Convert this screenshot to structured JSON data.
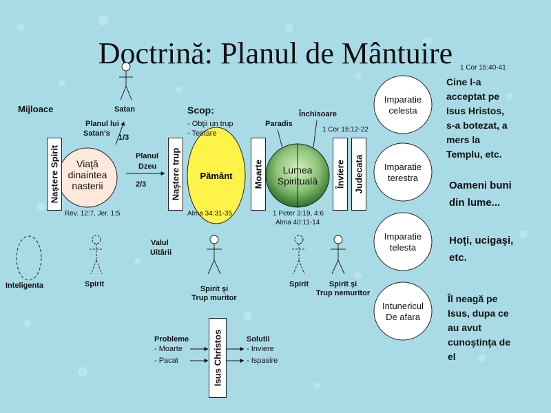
{
  "title": "Doctrină: Planul de Mântuire",
  "ref_top": "1 Cor 15:40-41",
  "mijloace": "Mijloace",
  "satan": "Satan",
  "planul_lui_satan": [
    "Planul lui",
    "Satan's"
  ],
  "fraction_1_3": "1/3",
  "planul_dzeu": [
    "Planul",
    "Dzeu"
  ],
  "fraction_2_3": "2/3",
  "nastere_spirit": "Naştere Spirit",
  "viata": [
    "Viaţă",
    "dinaintea",
    "nasterii"
  ],
  "rev_ref": "Rev. 12:7, Jer. 1:5",
  "nastere_trup": "Naştere trup",
  "scop": "Scop:",
  "scop_items": [
    "- Obţii un trup",
    "- Testare"
  ],
  "pamant": "Pământ",
  "alma_ref": "Alma 34:31-35",
  "moarte": "Moarte",
  "paradis": "Paradis",
  "inchisoare": "Închisoare",
  "lumea": [
    "Lumea",
    "Spirituală"
  ],
  "peter_ref": [
    "1 Peter 3:19, 4:6",
    "Alma 40:11-14"
  ],
  "cor_ref": "1 Cor 15:12-22",
  "inviere": "Înviere",
  "judecata": "Judecata",
  "kingdoms": [
    {
      "name": [
        "Imparatie",
        "celesta"
      ],
      "desc": [
        "Cine l-a",
        "acceptat pe",
        "Isus Hristos,",
        "s-a botezat, a",
        "mers la",
        "Templu, etc."
      ]
    },
    {
      "name": [
        "Imparatie",
        "terestra"
      ],
      "desc": [
        "Oameni buni",
        "din lume..."
      ]
    },
    {
      "name": [
        "Imparatie",
        "telesta"
      ],
      "desc": [
        "Hoţi, ucigaşi,",
        "etc."
      ]
    },
    {
      "name": [
        "Intunericul",
        "De afara"
      ],
      "desc": [
        "Îl neagă pe",
        "Isus, dupa ce",
        "au avut",
        "cunoştinţa de",
        "el"
      ]
    }
  ],
  "inteligenta": "Inteligenta",
  "spirit": "Spirit",
  "valul": [
    "Valul",
    "Uitării"
  ],
  "spirit_trup_muritor": [
    "Spirit şi",
    "Trup muritor"
  ],
  "spirit2": "Spirit",
  "spirit_trup_nemuritor": [
    "Spirit şi",
    "Trup nemuritor"
  ],
  "probleme": "Probleme",
  "probleme_items": [
    "- Moarte",
    "- Pacat"
  ],
  "isus": "Isus Christos",
  "solutii": "Solutii",
  "solutii_items": [
    "- Inviere",
    "- Ispasire"
  ],
  "colors": {
    "background": "#a9dbe6",
    "viata": "#fde8dc",
    "pamant": "#fff34a",
    "lumea_light": "#cfe8b8",
    "lumea_dark": "#2f6e2a"
  }
}
